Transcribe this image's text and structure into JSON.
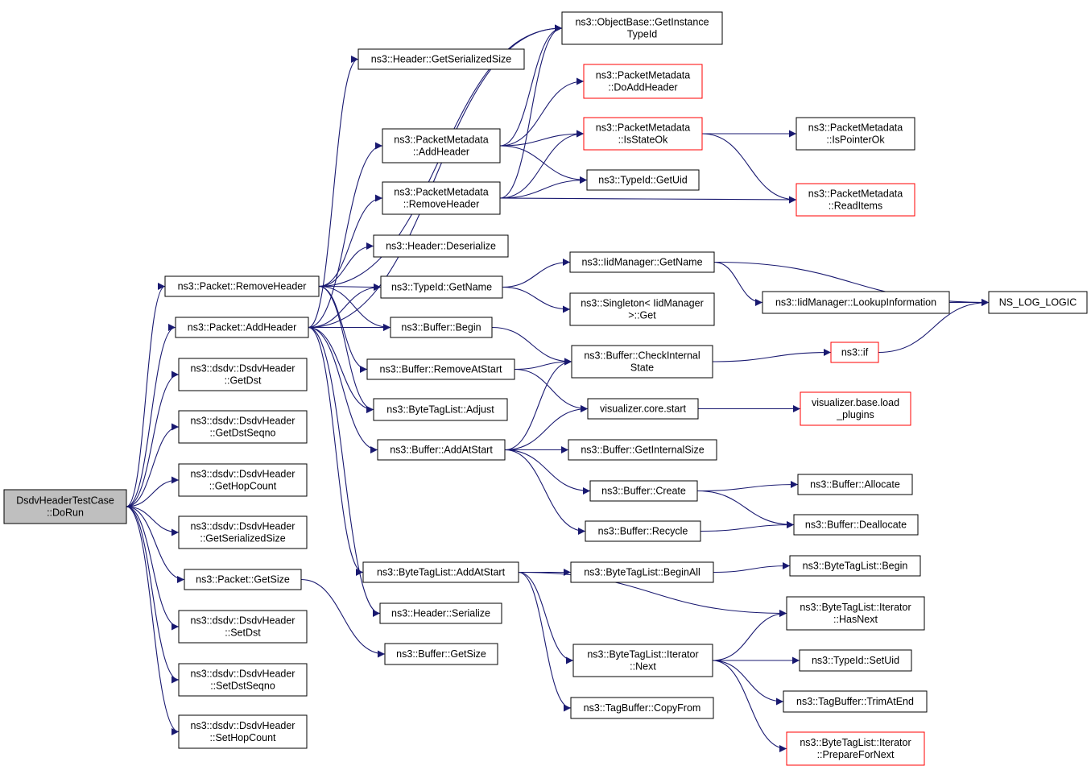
{
  "colors": {
    "edge": "#191970",
    "node_border_default": "#000000",
    "node_border_truncated": "#ff0000",
    "root_fill": "#bfbfbf",
    "node_fill": "#ffffff"
  },
  "nodes": [
    {
      "id": "root",
      "label": [
        "DsdvHeaderTestCase",
        "::DoRun"
      ],
      "style": "root"
    },
    {
      "id": "getinstance",
      "label": [
        "ns3::ObjectBase::GetInstance",
        "TypeId"
      ],
      "style": "normal"
    },
    {
      "id": "hdr_getsersize",
      "label": [
        "ns3::Header::GetSerializedSize"
      ],
      "style": "normal"
    },
    {
      "id": "pm_doaddheader",
      "label": [
        "ns3::PacketMetadata",
        "::DoAddHeader"
      ],
      "style": "truncated"
    },
    {
      "id": "pm_addheader",
      "label": [
        "ns3::PacketMetadata",
        "::AddHeader"
      ],
      "style": "normal"
    },
    {
      "id": "pm_isstateok",
      "label": [
        "ns3::PacketMetadata",
        "::IsStateOk"
      ],
      "style": "truncated"
    },
    {
      "id": "pm_ispointerok",
      "label": [
        "ns3::PacketMetadata",
        "::IsPointerOk"
      ],
      "style": "normal"
    },
    {
      "id": "typeid_getuid",
      "label": [
        "ns3::TypeId::GetUid"
      ],
      "style": "normal"
    },
    {
      "id": "pm_removeheader",
      "label": [
        "ns3::PacketMetadata",
        "::RemoveHeader"
      ],
      "style": "normal"
    },
    {
      "id": "pm_readitems",
      "label": [
        "ns3::PacketMetadata",
        "::ReadItems"
      ],
      "style": "truncated"
    },
    {
      "id": "hdr_deserialize",
      "label": [
        "ns3::Header::Deserialize"
      ],
      "style": "normal"
    },
    {
      "id": "iid_getname",
      "label": [
        "ns3::IidManager::GetName"
      ],
      "style": "normal"
    },
    {
      "id": "pkt_removeheader",
      "label": [
        "ns3::Packet::RemoveHeader"
      ],
      "style": "normal"
    },
    {
      "id": "typeid_getname",
      "label": [
        "ns3::TypeId::GetName"
      ],
      "style": "normal"
    },
    {
      "id": "iid_lookup",
      "label": [
        "ns3::IidManager::LookupInformation"
      ],
      "style": "normal"
    },
    {
      "id": "ns_log_logic",
      "label": [
        "NS_LOG_LOGIC"
      ],
      "style": "normal"
    },
    {
      "id": "singleton_get",
      "label": [
        "ns3::Singleton< IidManager",
        ">::Get"
      ],
      "style": "normal"
    },
    {
      "id": "pkt_addheader",
      "label": [
        "ns3::Packet::AddHeader"
      ],
      "style": "normal"
    },
    {
      "id": "buf_begin",
      "label": [
        "ns3::Buffer::Begin"
      ],
      "style": "normal"
    },
    {
      "id": "buf_checkinternal",
      "label": [
        "ns3::Buffer::CheckInternal",
        "State"
      ],
      "style": "normal"
    },
    {
      "id": "ns3_if",
      "label": [
        "ns3::if"
      ],
      "style": "truncated"
    },
    {
      "id": "dsdv_getdst",
      "label": [
        "ns3::dsdv::DsdvHeader",
        "::GetDst"
      ],
      "style": "normal"
    },
    {
      "id": "buf_removeatstart",
      "label": [
        "ns3::Buffer::RemoveAtStart"
      ],
      "style": "normal"
    },
    {
      "id": "vis_core_start",
      "label": [
        "visualizer.core.start"
      ],
      "style": "normal"
    },
    {
      "id": "vis_base_load",
      "label": [
        "visualizer.base.load",
        "_plugins"
      ],
      "style": "truncated"
    },
    {
      "id": "btl_adjust",
      "label": [
        "ns3::ByteTagList::Adjust"
      ],
      "style": "normal"
    },
    {
      "id": "dsdv_getdstseqno",
      "label": [
        "ns3::dsdv::DsdvHeader",
        "::GetDstSeqno"
      ],
      "style": "normal"
    },
    {
      "id": "buf_addatstart",
      "label": [
        "ns3::Buffer::AddAtStart"
      ],
      "style": "normal"
    },
    {
      "id": "buf_getinternalsize",
      "label": [
        "ns3::Buffer::GetInternalSize"
      ],
      "style": "normal"
    },
    {
      "id": "dsdv_gethopcount",
      "label": [
        "ns3::dsdv::DsdvHeader",
        "::GetHopCount"
      ],
      "style": "normal"
    },
    {
      "id": "buf_allocate",
      "label": [
        "ns3::Buffer::Allocate"
      ],
      "style": "normal"
    },
    {
      "id": "buf_create",
      "label": [
        "ns3::Buffer::Create"
      ],
      "style": "normal"
    },
    {
      "id": "buf_deallocate",
      "label": [
        "ns3::Buffer::Deallocate"
      ],
      "style": "normal"
    },
    {
      "id": "dsdv_getsersize",
      "label": [
        "ns3::dsdv::DsdvHeader",
        "::GetSerializedSize"
      ],
      "style": "normal"
    },
    {
      "id": "buf_recycle",
      "label": [
        "ns3::Buffer::Recycle"
      ],
      "style": "normal"
    },
    {
      "id": "btl_begin",
      "label": [
        "ns3::ByteTagList::Begin"
      ],
      "style": "normal"
    },
    {
      "id": "btl_addatstart",
      "label": [
        "ns3::ByteTagList::AddAtStart"
      ],
      "style": "normal"
    },
    {
      "id": "btl_beginall",
      "label": [
        "ns3::ByteTagList::BeginAll"
      ],
      "style": "normal"
    },
    {
      "id": "pkt_getsize",
      "label": [
        "ns3::Packet::GetSize"
      ],
      "style": "normal"
    },
    {
      "id": "btli_hasnext",
      "label": [
        "ns3::ByteTagList::Iterator",
        "::HasNext"
      ],
      "style": "normal"
    },
    {
      "id": "hdr_serialize",
      "label": [
        "ns3::Header::Serialize"
      ],
      "style": "normal"
    },
    {
      "id": "dsdv_setdst",
      "label": [
        "ns3::dsdv::DsdvHeader",
        "::SetDst"
      ],
      "style": "normal"
    },
    {
      "id": "buf_getsize",
      "label": [
        "ns3::Buffer::GetSize"
      ],
      "style": "normal"
    },
    {
      "id": "btli_next",
      "label": [
        "ns3::ByteTagList::Iterator",
        "::Next"
      ],
      "style": "normal"
    },
    {
      "id": "typeid_setuid",
      "label": [
        "ns3::TypeId::SetUid"
      ],
      "style": "normal"
    },
    {
      "id": "dsdv_setdstseqno",
      "label": [
        "ns3::dsdv::DsdvHeader",
        "::SetDstSeqno"
      ],
      "style": "normal"
    },
    {
      "id": "tagbuf_trimatend",
      "label": [
        "ns3::TagBuffer::TrimAtEnd"
      ],
      "style": "normal"
    },
    {
      "id": "tagbuf_copyfrom",
      "label": [
        "ns3::TagBuffer::CopyFrom"
      ],
      "style": "normal"
    },
    {
      "id": "dsdv_sethopcount",
      "label": [
        "ns3::dsdv::DsdvHeader",
        "::SetHopCount"
      ],
      "style": "normal"
    },
    {
      "id": "btli_prepare",
      "label": [
        "ns3::ByteTagList::Iterator",
        "::PrepareForNext"
      ],
      "style": "truncated"
    }
  ],
  "edges": [
    [
      "root",
      "pkt_removeheader"
    ],
    [
      "root",
      "pkt_addheader"
    ],
    [
      "root",
      "dsdv_getdst"
    ],
    [
      "root",
      "dsdv_getdstseqno"
    ],
    [
      "root",
      "dsdv_gethopcount"
    ],
    [
      "root",
      "dsdv_getsersize"
    ],
    [
      "root",
      "pkt_getsize"
    ],
    [
      "root",
      "dsdv_setdst"
    ],
    [
      "root",
      "dsdv_setdstseqno"
    ],
    [
      "root",
      "dsdv_sethopcount"
    ],
    [
      "pkt_removeheader",
      "getinstance"
    ],
    [
      "pkt_removeheader",
      "pm_removeheader"
    ],
    [
      "pkt_removeheader",
      "hdr_deserialize"
    ],
    [
      "pkt_removeheader",
      "typeid_getname"
    ],
    [
      "pkt_removeheader",
      "buf_begin"
    ],
    [
      "pkt_removeheader",
      "buf_removeatstart"
    ],
    [
      "pkt_removeheader",
      "btl_adjust"
    ],
    [
      "pkt_addheader",
      "getinstance"
    ],
    [
      "pkt_addheader",
      "hdr_getsersize"
    ],
    [
      "pkt_addheader",
      "pm_addheader"
    ],
    [
      "pkt_addheader",
      "typeid_getname"
    ],
    [
      "pkt_addheader",
      "buf_begin"
    ],
    [
      "pkt_addheader",
      "btl_adjust"
    ],
    [
      "pkt_addheader",
      "buf_addatstart"
    ],
    [
      "pkt_addheader",
      "btl_addatstart"
    ],
    [
      "pkt_addheader",
      "hdr_serialize"
    ],
    [
      "pm_addheader",
      "getinstance"
    ],
    [
      "pm_addheader",
      "pm_doaddheader"
    ],
    [
      "pm_addheader",
      "pm_isstateok"
    ],
    [
      "pm_addheader",
      "typeid_getuid"
    ],
    [
      "pm_removeheader",
      "getinstance"
    ],
    [
      "pm_removeheader",
      "pm_isstateok"
    ],
    [
      "pm_removeheader",
      "typeid_getuid"
    ],
    [
      "pm_removeheader",
      "pm_readitems"
    ],
    [
      "pm_isstateok",
      "pm_ispointerok"
    ],
    [
      "pm_isstateok",
      "pm_readitems"
    ],
    [
      "typeid_getname",
      "iid_getname"
    ],
    [
      "typeid_getname",
      "singleton_get"
    ],
    [
      "iid_getname",
      "iid_lookup"
    ],
    [
      "iid_getname",
      "ns_log_logic"
    ],
    [
      "iid_lookup",
      "ns_log_logic"
    ],
    [
      "buf_begin",
      "buf_checkinternal"
    ],
    [
      "buf_removeatstart",
      "buf_checkinternal"
    ],
    [
      "buf_removeatstart",
      "vis_core_start"
    ],
    [
      "buf_checkinternal",
      "ns3_if"
    ],
    [
      "ns3_if",
      "ns_log_logic"
    ],
    [
      "vis_core_start",
      "vis_base_load"
    ],
    [
      "buf_addatstart",
      "buf_checkinternal"
    ],
    [
      "buf_addatstart",
      "vis_core_start"
    ],
    [
      "buf_addatstart",
      "buf_getinternalsize"
    ],
    [
      "buf_addatstart",
      "buf_create"
    ],
    [
      "buf_addatstart",
      "buf_recycle"
    ],
    [
      "buf_create",
      "buf_allocate"
    ],
    [
      "buf_create",
      "buf_deallocate"
    ],
    [
      "buf_recycle",
      "buf_deallocate"
    ],
    [
      "btl_addatstart",
      "btl_beginall"
    ],
    [
      "btl_addatstart",
      "btli_hasnext"
    ],
    [
      "btl_addatstart",
      "btli_next"
    ],
    [
      "btl_addatstart",
      "tagbuf_copyfrom"
    ],
    [
      "btl_beginall",
      "btl_begin"
    ],
    [
      "btli_next",
      "btli_hasnext"
    ],
    [
      "btli_next",
      "typeid_setuid"
    ],
    [
      "btli_next",
      "tagbuf_trimatend"
    ],
    [
      "btli_next",
      "btli_prepare"
    ],
    [
      "pkt_getsize",
      "buf_getsize"
    ]
  ]
}
